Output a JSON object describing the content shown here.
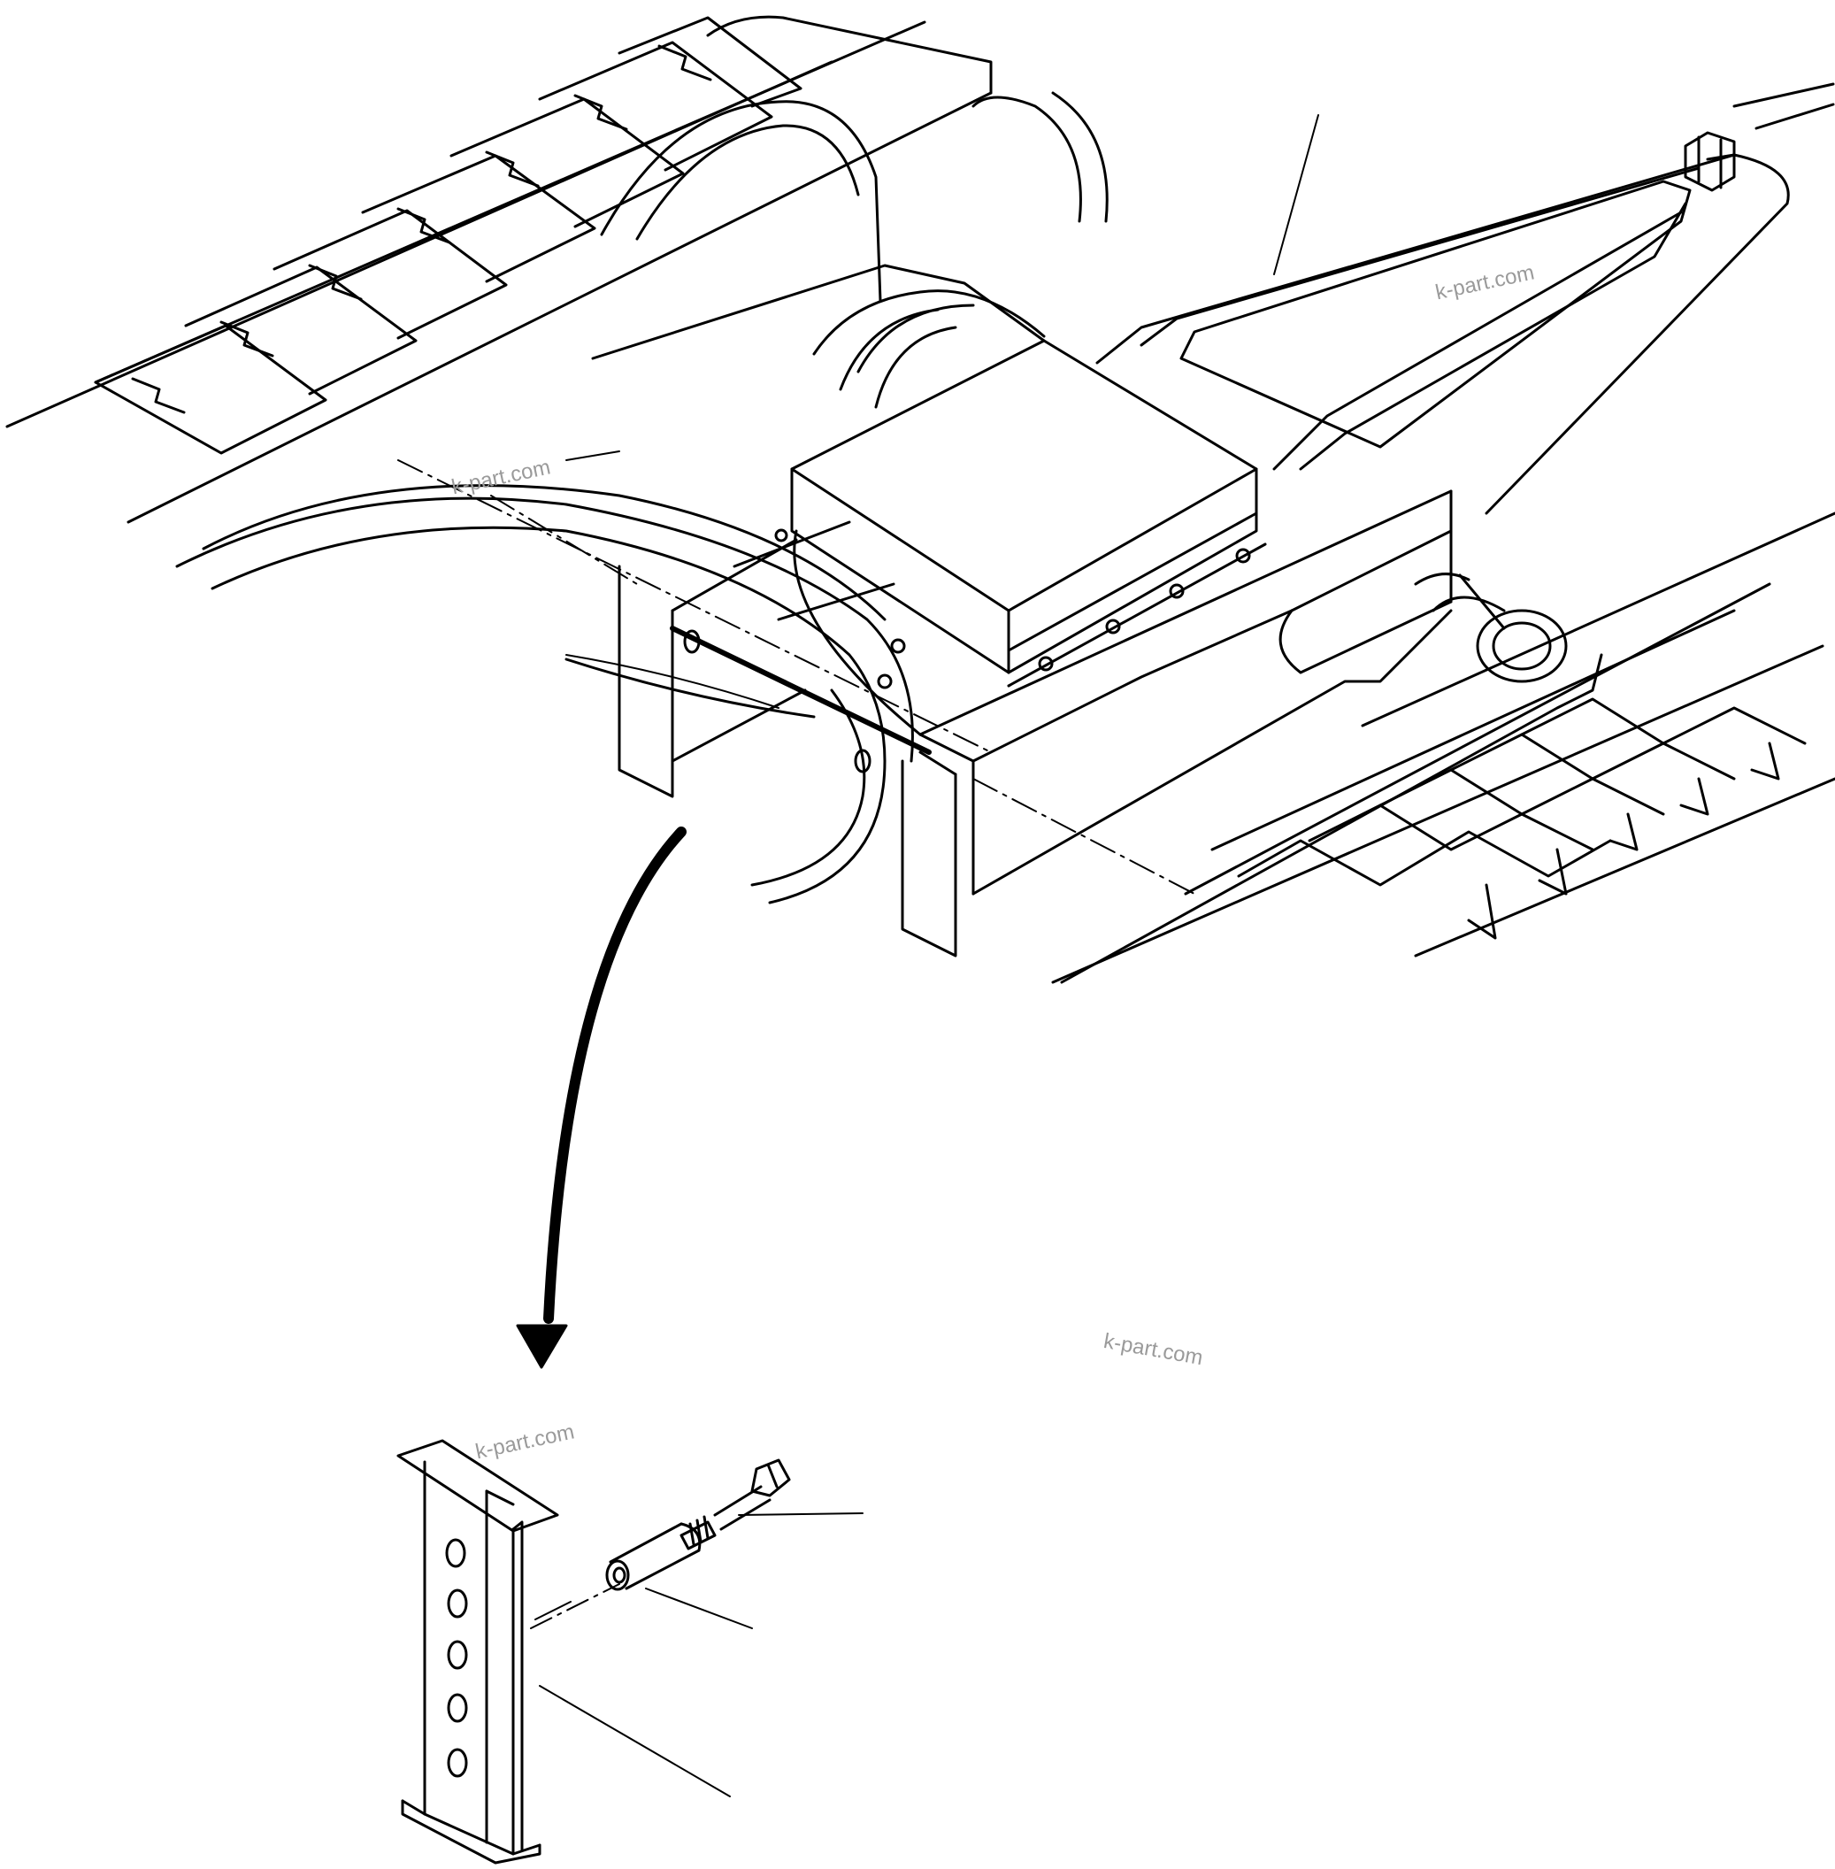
{
  "watermarks": [
    "k-part.com",
    "k-part.com",
    "k-part.com",
    "k-part.com"
  ],
  "colors": {
    "line": "#000000",
    "watermark": "#9a9a9a",
    "background": "#ffffff"
  }
}
